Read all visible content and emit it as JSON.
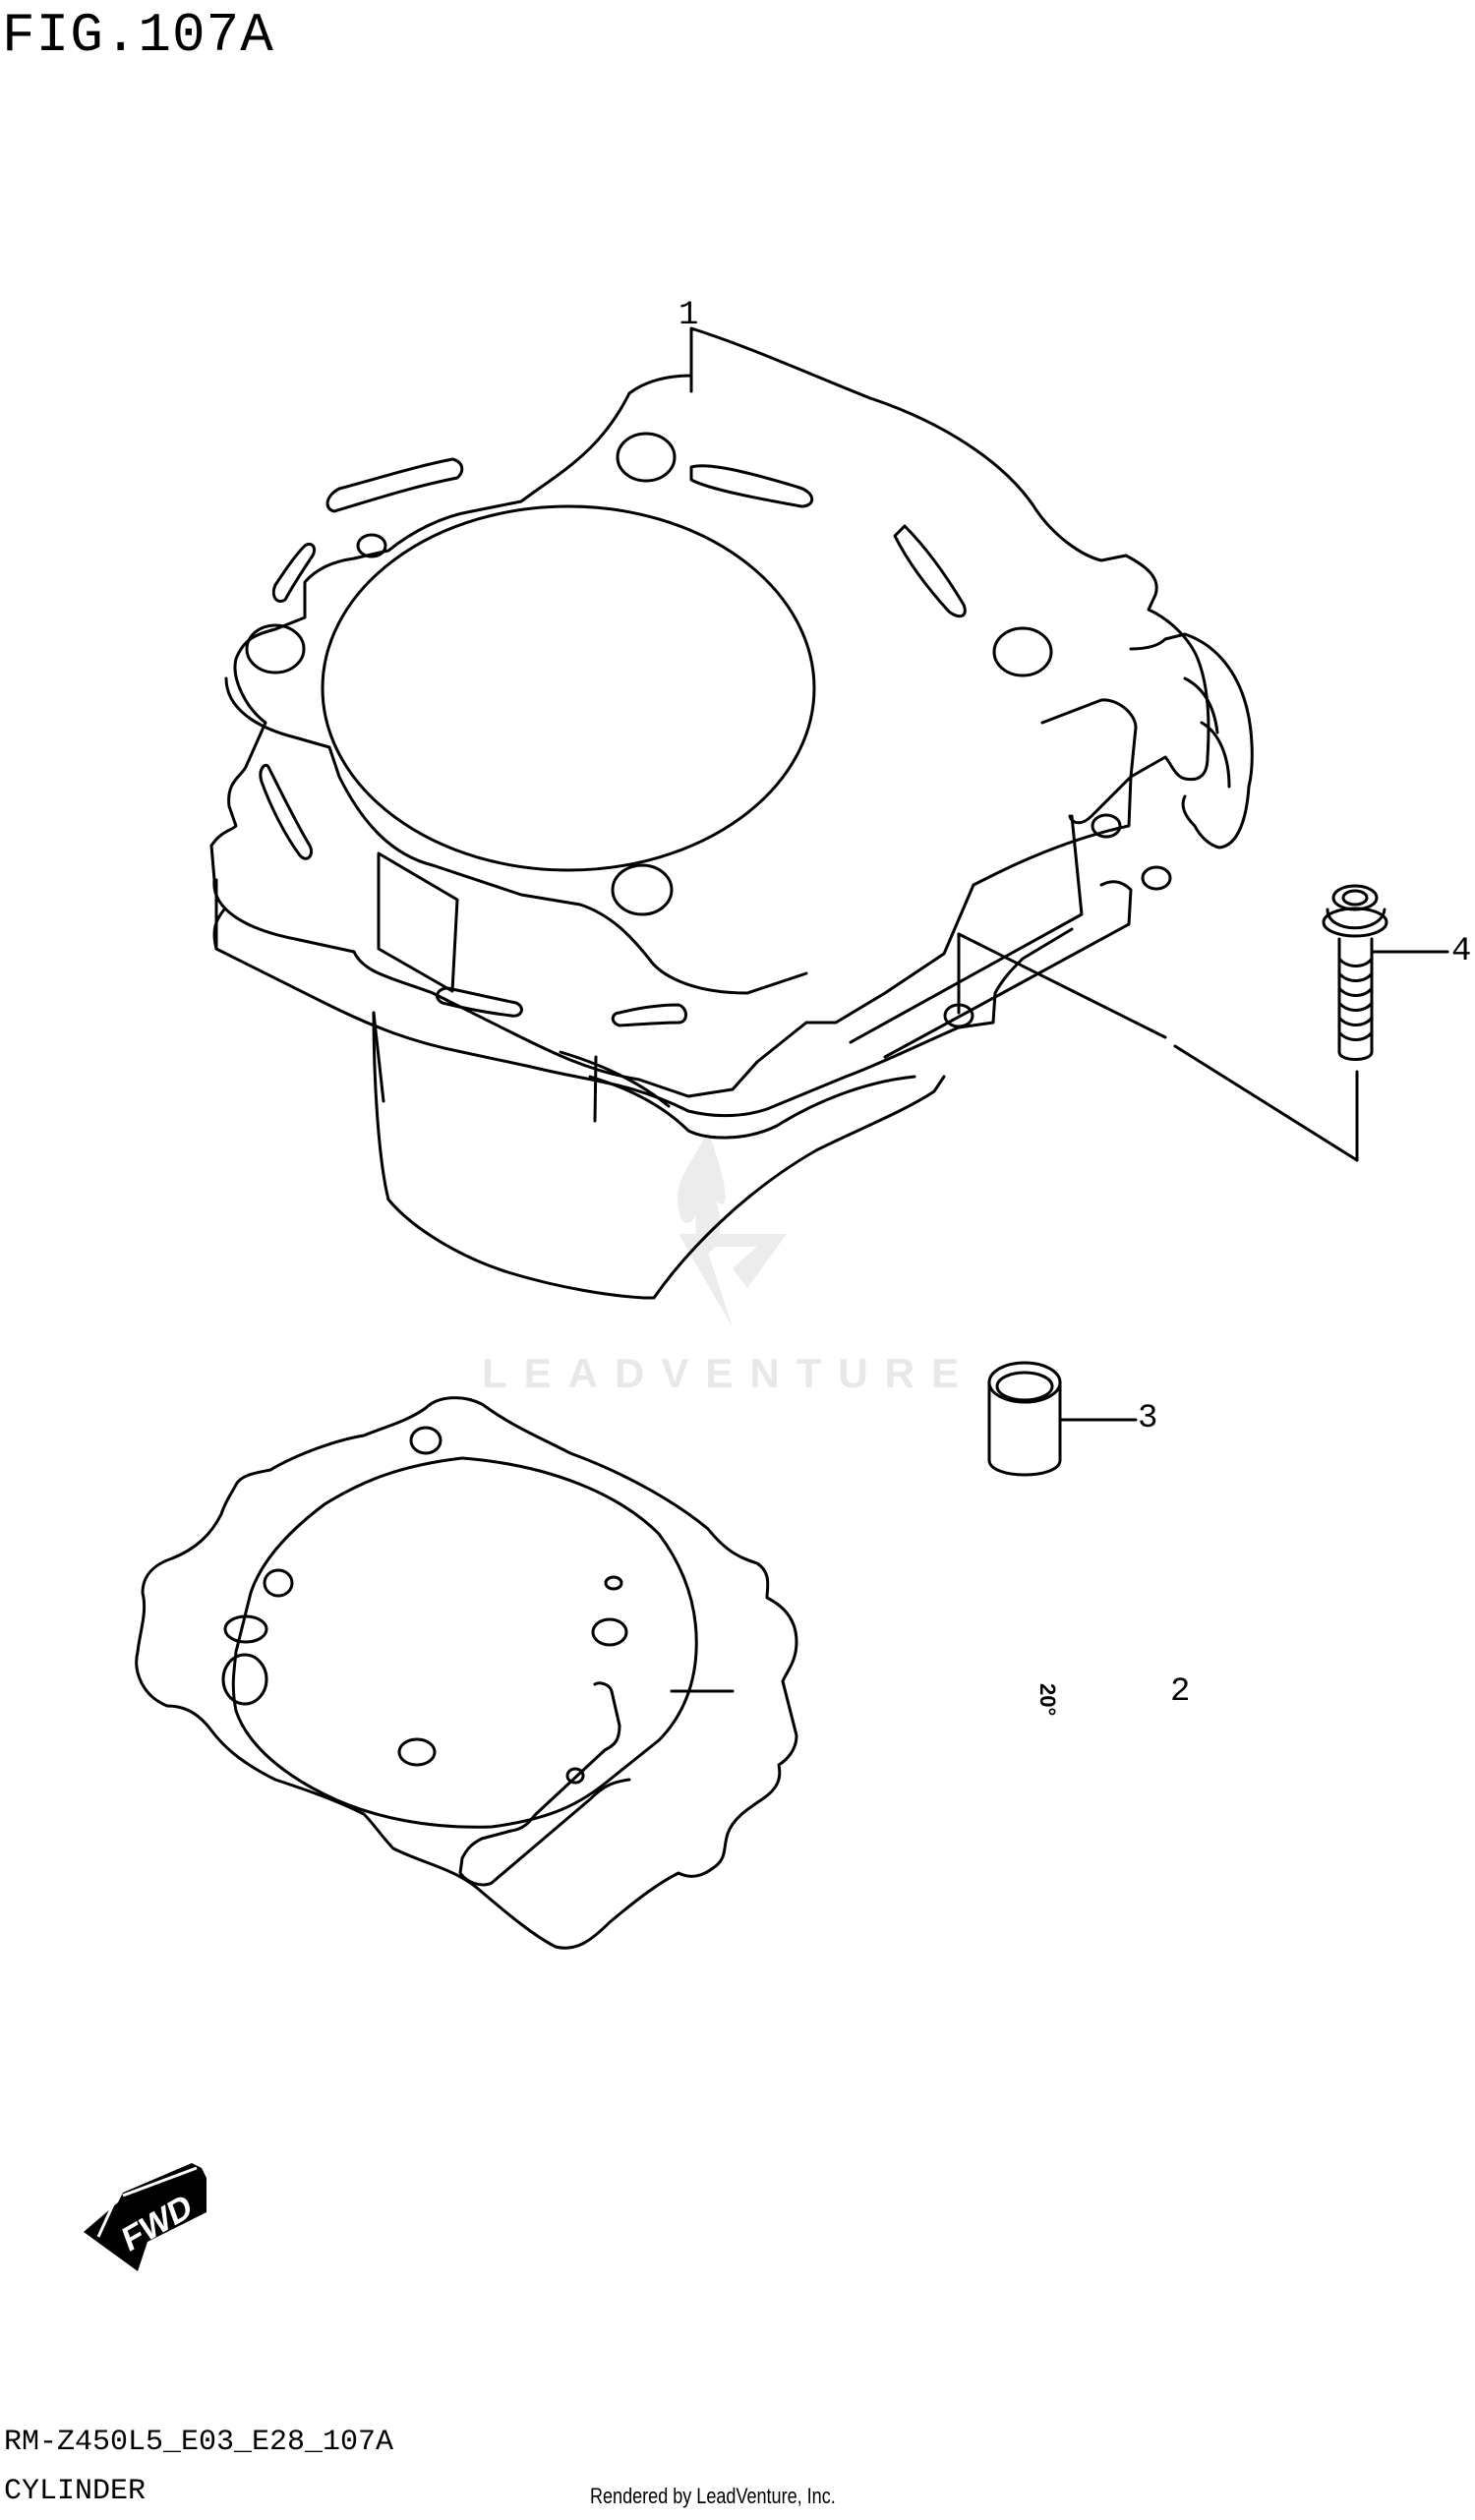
{
  "figure": {
    "title": "FIG.107A",
    "code": "RM-Z450L5_E03_E28_107A",
    "name": "CYLINDER"
  },
  "callouts": [
    {
      "number": "1",
      "part": "cylinder"
    },
    {
      "number": "2",
      "part": "cylinder-base-gasket"
    },
    {
      "number": "3",
      "part": "dowel-pin"
    },
    {
      "number": "4",
      "part": "flange-bolt"
    }
  ],
  "fwd_indicator": {
    "label": "FWD",
    "direction": "front-left"
  },
  "watermark": {
    "text": "LEADVENTURE",
    "color": "#e8e8e8"
  },
  "credit": "Rendered by LeadVenture, Inc.",
  "gasket_marking": "20°",
  "colors": {
    "line": "#000000",
    "background": "#ffffff",
    "watermark": "#e8e8e8"
  }
}
